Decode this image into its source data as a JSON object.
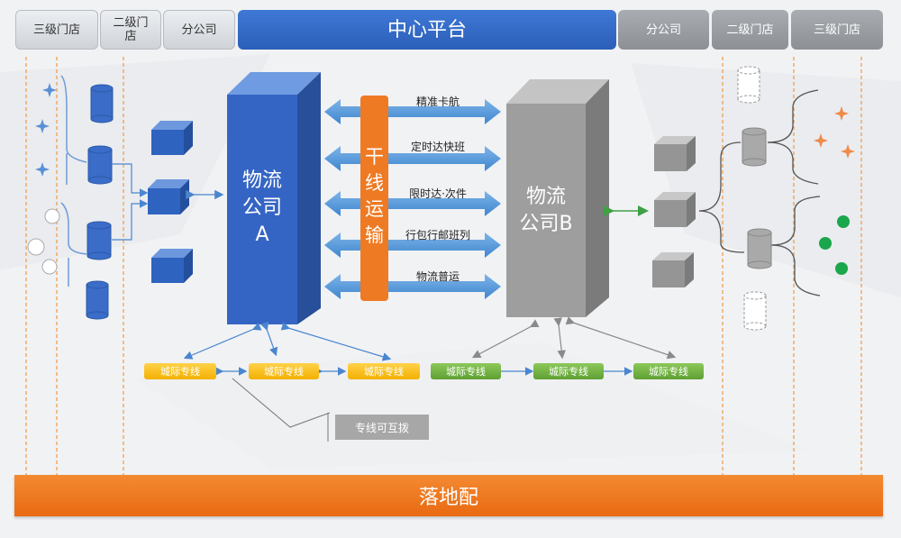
{
  "header": {
    "left": [
      "三级门店",
      "二级门\n店",
      "分公司"
    ],
    "center": "中心平台",
    "right": [
      "分公司",
      "二级门店",
      "三级门店"
    ]
  },
  "company_a": {
    "line1": "物流",
    "line2": "公司",
    "line3": "A"
  },
  "company_b": {
    "line1": "物流",
    "line2": "公司B"
  },
  "trunk": [
    "干",
    "线",
    "运",
    "输"
  ],
  "routes": [
    "精准卡航",
    "定时达快班",
    "限时达·次件",
    "行包行邮班列",
    "物流普运"
  ],
  "intercity_a": [
    "城际专线",
    "城际专线",
    "城际专线"
  ],
  "intercity_b": [
    "城际专线",
    "城际专线",
    "城际专线"
  ],
  "interchange_label": "专线可互拨",
  "bottom": "落地配",
  "colors": {
    "blue": "#3565c4",
    "gray": "#9a9a9a",
    "orange": "#ee7a24",
    "arrow": "#5a9ad8",
    "yellow": "#f5c211",
    "green": "#6aab3d"
  }
}
